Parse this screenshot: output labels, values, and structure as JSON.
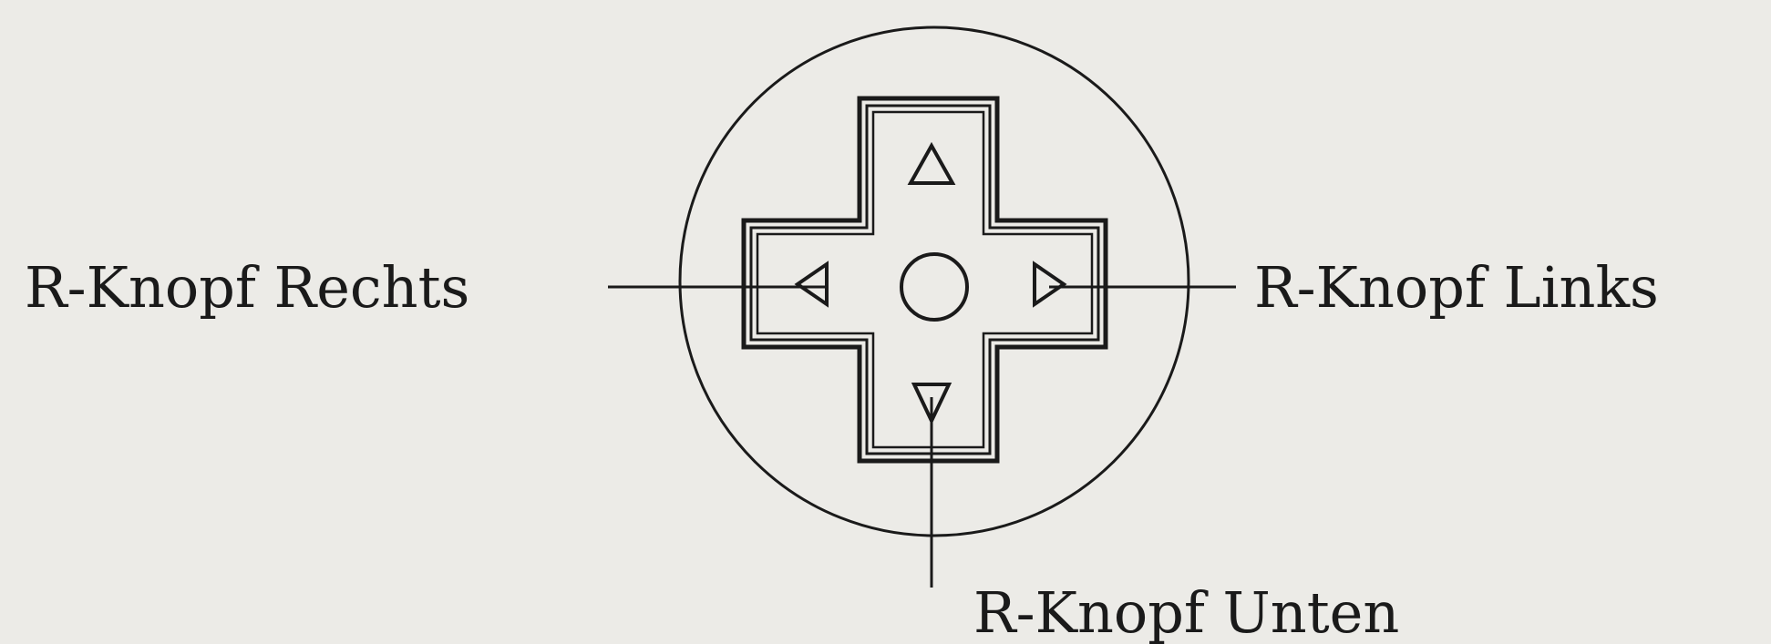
{
  "diagram": {
    "labels": {
      "left": "R-Knopf Rechts",
      "right": "R-Knopf Links",
      "bottom": "R-Knopf Unten"
    },
    "button_icons": {
      "up": "triangle-up-icon",
      "down": "triangle-down-icon",
      "left": "triangle-left-icon",
      "right": "triangle-right-icon",
      "center": "circle-icon"
    },
    "colors": {
      "background": "#ecebe7",
      "ink": "#1a1a1a"
    }
  }
}
